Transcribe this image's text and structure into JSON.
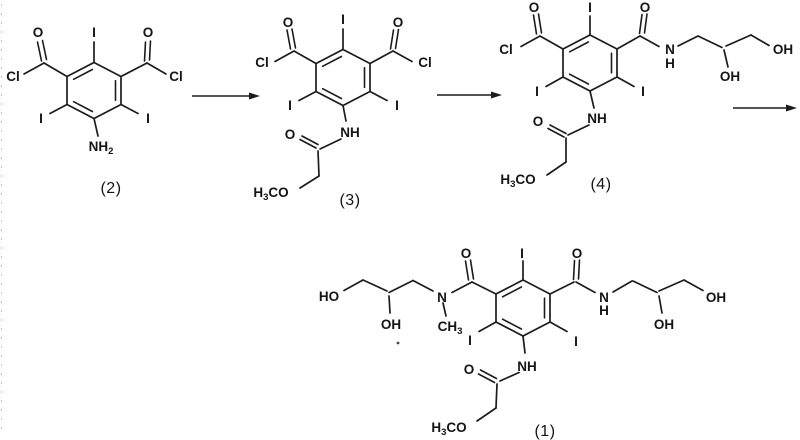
{
  "scheme": {
    "kind": "chemical reaction scheme, 4 structures, 3 arrows",
    "structures": [
      {
        "label": "(2)",
        "substituents": [
          "COCl",
          "COCl",
          "I",
          "I",
          "I",
          "NH2"
        ]
      },
      {
        "label": "(3)",
        "substituents": [
          "COCl",
          "COCl",
          "I",
          "I",
          "I",
          "NH-C(O)-CH2-OCH3"
        ]
      },
      {
        "label": "(4)",
        "substituents": [
          "COCl",
          "C(O)-NH-CH2-CH(OH)-CH2-OH",
          "I",
          "I",
          "I",
          "NH-C(O)-CH2-OCH3"
        ]
      },
      {
        "label": "(1)",
        "substituents": [
          "C(O)-N(CH3)-CH2-CH(OH)-CH2-OH",
          "C(O)-NH-CH2-CH(OH)-CH2-OH",
          "I",
          "I",
          "I",
          "NH-C(O)-CH2-OCH3"
        ]
      }
    ],
    "arrows": 3,
    "ink_color": "#1c1c1c",
    "background_color": "#ffffff"
  },
  "glyphs": {
    "O": "O",
    "Cl": "Cl",
    "I": "I",
    "N": "N",
    "H": "H",
    "NH": "NH",
    "OH": "OH",
    "HO": "HO",
    "NH2": {
      "main": "NH",
      "sub": "2"
    },
    "H3CO": {
      "h": "H",
      "sub": "3",
      "co": "CO"
    },
    "CH3": {
      "main": "CH",
      "sub": "3"
    }
  }
}
